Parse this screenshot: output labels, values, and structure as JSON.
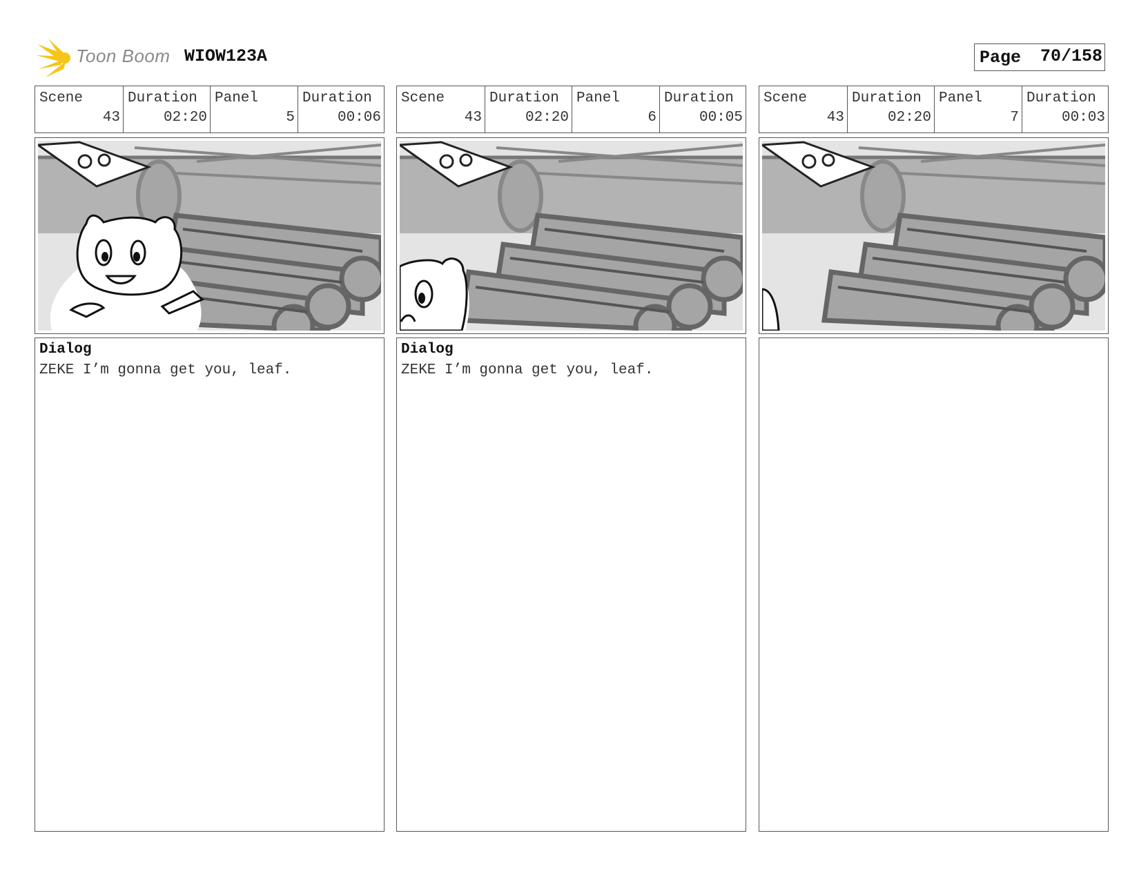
{
  "header": {
    "logo_text": "Toon Boom",
    "production": "WIOW123A",
    "page_label": "Page",
    "page_number": "70/158"
  },
  "colors": {
    "logo_yellow": "#f5c518",
    "border": "#555555",
    "sketch_gray": "#b8b8b8"
  },
  "panels": [
    {
      "labels": {
        "scene": "Scene",
        "duration": "Duration",
        "panel": "Panel",
        "panel_duration": "Duration"
      },
      "scene": "43",
      "scene_duration": "02:20",
      "panel": "5",
      "panel_duration": "00:06",
      "dialog_label": "Dialog",
      "dialog_text": "ZEKE I’m gonna get you, leaf."
    },
    {
      "labels": {
        "scene": "Scene",
        "duration": "Duration",
        "panel": "Panel",
        "panel_duration": "Duration"
      },
      "scene": "43",
      "scene_duration": "02:20",
      "panel": "6",
      "panel_duration": "00:05",
      "dialog_label": "Dialog",
      "dialog_text": "ZEKE I’m gonna get you, leaf."
    },
    {
      "labels": {
        "scene": "Scene",
        "duration": "Duration",
        "panel": "Panel",
        "panel_duration": "Duration"
      },
      "scene": "43",
      "scene_duration": "02:20",
      "panel": "7",
      "panel_duration": "00:03",
      "dialog_label": "",
      "dialog_text": ""
    }
  ]
}
